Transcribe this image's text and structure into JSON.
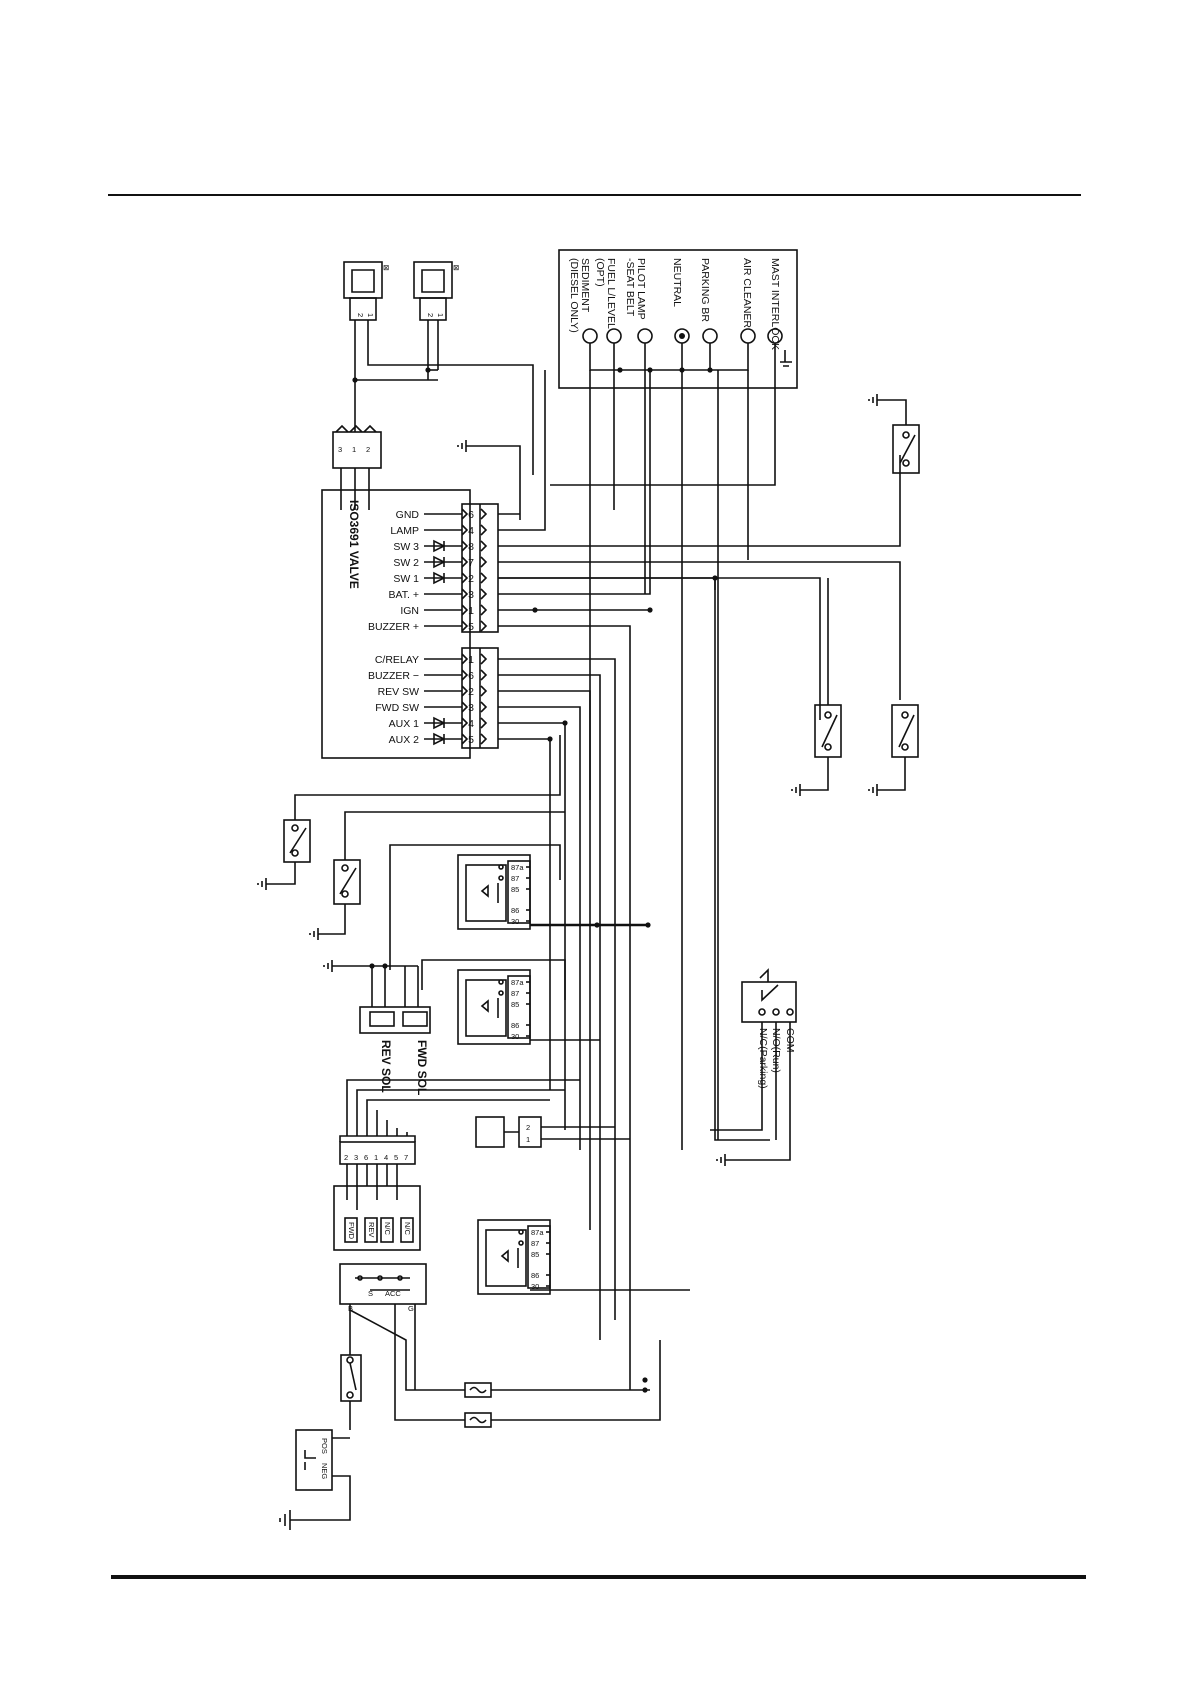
{
  "controller": {
    "title": "ISO3691 VALVE",
    "upper_pins": [
      {
        "label": "GND",
        "pin": "6"
      },
      {
        "label": "LAMP",
        "pin": "4"
      },
      {
        "label": "SW 3",
        "pin": "8"
      },
      {
        "label": "SW 2",
        "pin": "7"
      },
      {
        "label": "SW 1",
        "pin": "2"
      },
      {
        "label": "BAT. +",
        "pin": "3"
      },
      {
        "label": "IGN",
        "pin": "1"
      },
      {
        "label": "BUZZER +",
        "pin": "5"
      }
    ],
    "lower_pins": [
      {
        "label": "C/RELAY",
        "pin": "1"
      },
      {
        "label": "BUZZER −",
        "pin": "6"
      },
      {
        "label": "REV SW",
        "pin": "2"
      },
      {
        "label": "FWD SW",
        "pin": "3"
      },
      {
        "label": "AUX 1",
        "pin": "4"
      },
      {
        "label": "AUX 2",
        "pin": "5"
      }
    ]
  },
  "valve_connector_pins": [
    "3",
    "1",
    "2"
  ],
  "solenoid_connector_pins": [
    "2",
    "1"
  ],
  "indicator_panel": {
    "labels": [
      "MAST INTERLOCK",
      "AIR CLEANER",
      "PARKING BR",
      "NEUTRAL",
      "PILOT LAMP\n-SEAT BELT",
      "FUEL L/LEVEL\n(OPT)",
      "SEDIMENT\n(DIESEL ONLY)"
    ]
  },
  "solenoids": {
    "fwd": "FWD\nSOL",
    "rev": "REV\nSOL"
  },
  "relay_pins": [
    "87a",
    "87",
    "85",
    "86",
    "30"
  ],
  "shift_switch": {
    "pins": [
      "2",
      "3",
      "6",
      "1",
      "4",
      "5",
      "7"
    ],
    "labels": [
      "FWD",
      "REV",
      "N/C",
      "N/C"
    ]
  },
  "small_connector_pins": [
    "2",
    "1"
  ],
  "seat_switch": {
    "labels": [
      "COM",
      "N/O(Run)",
      "N/C(Parking)"
    ]
  },
  "key_switch": {
    "labels": [
      "B",
      "S",
      "ACC",
      "G"
    ]
  },
  "battery": {
    "labels": [
      "POS",
      "NEG"
    ]
  }
}
